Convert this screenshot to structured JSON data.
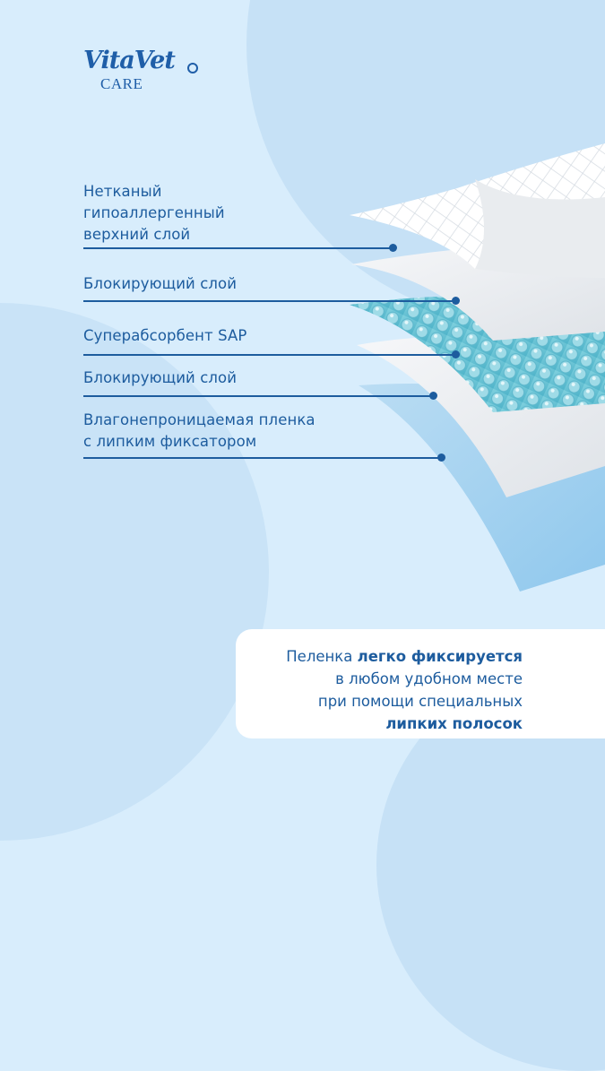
{
  "brand": {
    "name": "VitaVet",
    "subtitle": "CARE"
  },
  "colors": {
    "background": "#d8edfc",
    "circle": "#c6e1f6",
    "text_primary": "#1d5c9e",
    "card_bg": "#ffffff"
  },
  "layers": [
    {
      "lines": [
        "Нетканый",
        "гипоаллергенный",
        "верхний слой"
      ],
      "name": "top-nonwoven-layer"
    },
    {
      "lines": [
        "Блокирующий слой"
      ],
      "name": "blocking-layer-1"
    },
    {
      "lines": [
        "Суперабсорбент SAP"
      ],
      "name": "superabsorbent-layer"
    },
    {
      "lines": [
        "Блокирующий слой"
      ],
      "name": "blocking-layer-2"
    },
    {
      "lines": [
        "Влагонепроницаемая пленка",
        "с липким фиксатором"
      ],
      "name": "waterproof-film-layer"
    }
  ],
  "info_card": {
    "line1_regular": "Пеленка ",
    "line1_bold": "легко фиксируется",
    "line2": "в любом удобном месте",
    "line3": "при помощи специальных",
    "line4_bold": "липких полосок"
  }
}
